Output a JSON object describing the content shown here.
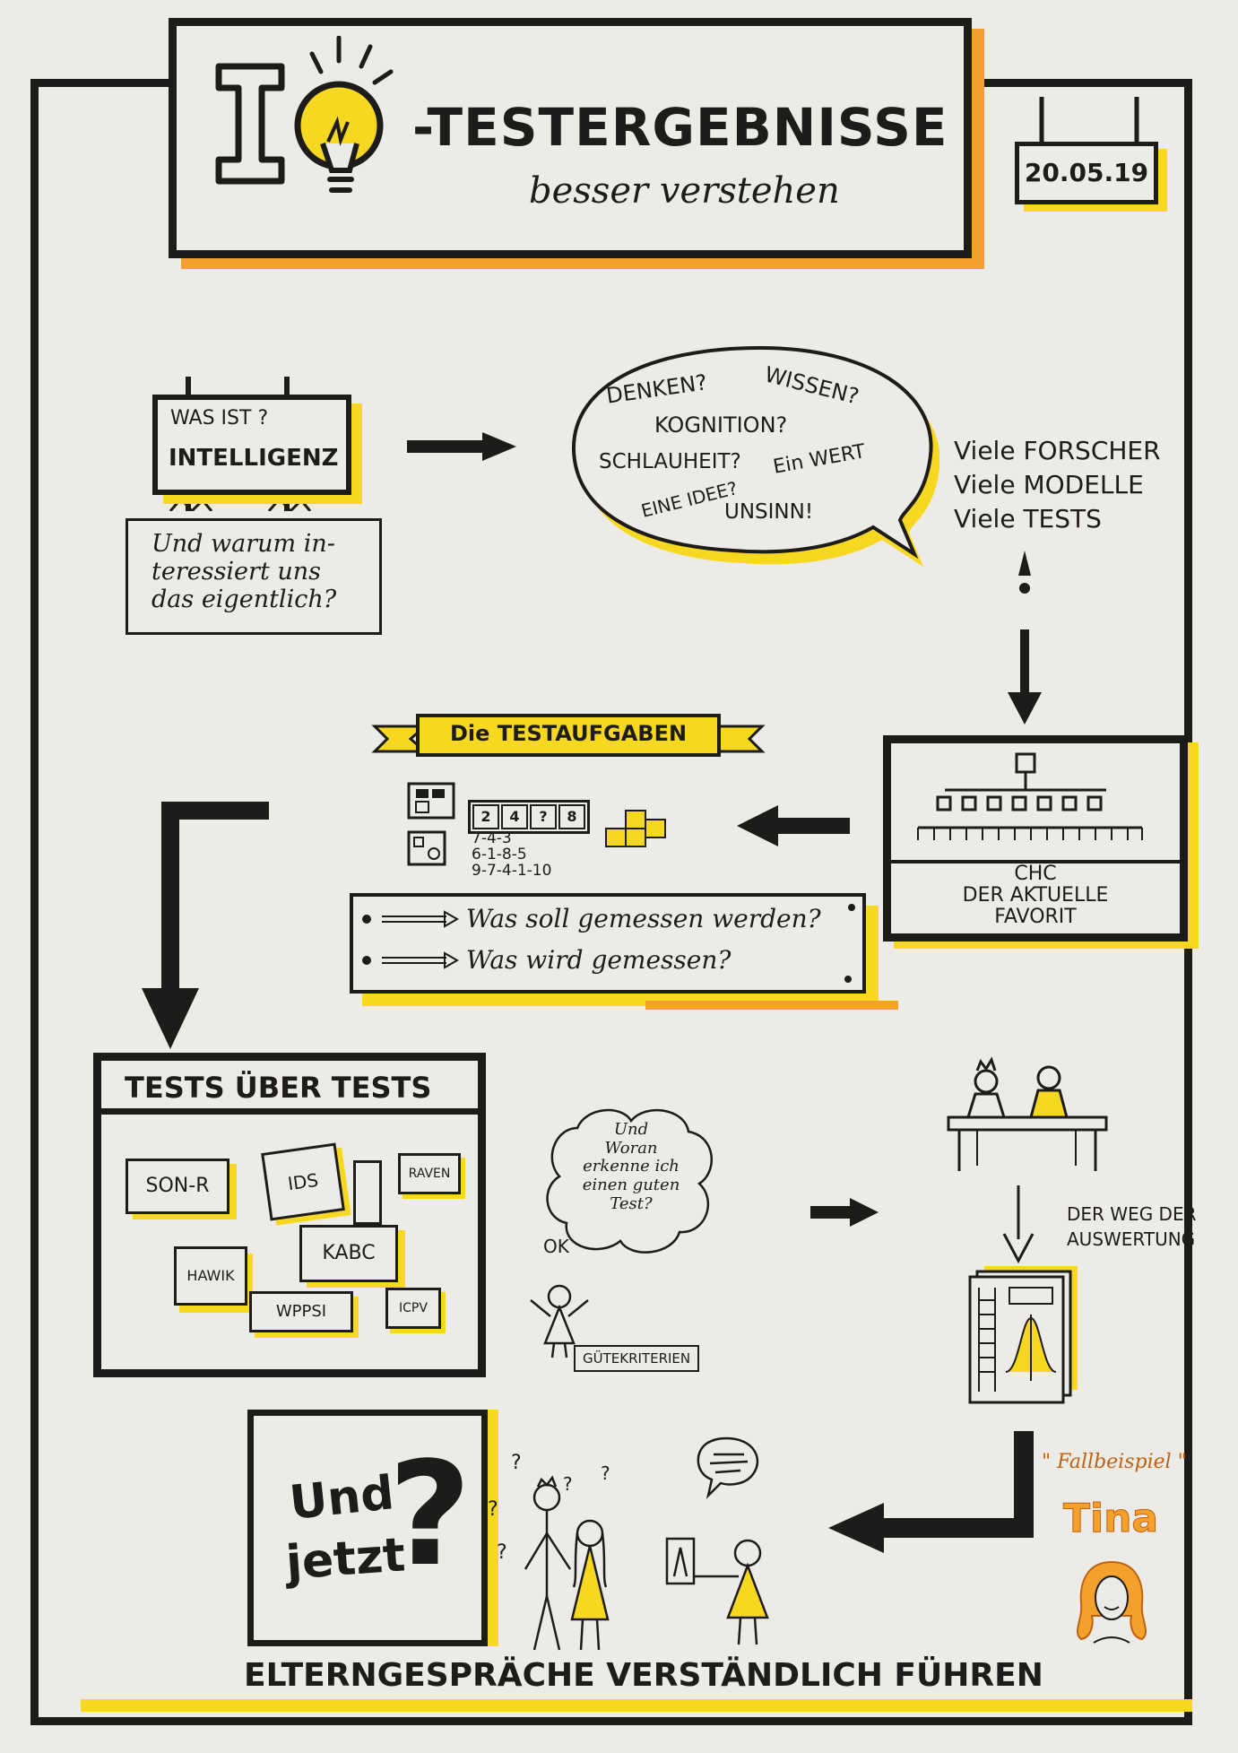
{
  "title": {
    "main": "-TESTERGEBNISSE",
    "sub": "besser verstehen",
    "iq_letter": "I",
    "date": "20.05.19"
  },
  "intelligence": {
    "sign_line1": "WAS IST ?",
    "sign_line2": "INTELLIGENZ",
    "note": [
      "Und warum in-",
      "teressiert uns",
      "das eigentlich?"
    ]
  },
  "bubble": {
    "words": [
      "DENKEN?",
      "WISSEN?",
      "KOGNITION?",
      "SCHLAUHEIT?",
      "EINE IDEE?",
      "Ein WERT",
      "UNSINN!"
    ]
  },
  "research": {
    "lines": [
      "Viele FORSCHER",
      "Viele MODELLE",
      "Viele TESTS"
    ]
  },
  "chc": {
    "line1": "CHC",
    "line2": "DER AKTUELLE",
    "line3": "FAVORIT"
  },
  "testaufgaben": {
    "banner": "Die TESTAUFGABEN",
    "cards": [
      "2",
      "4",
      "?",
      "8"
    ],
    "sequences": [
      "7-4-3",
      "6-1-8-5",
      "9-7-4-1-10"
    ],
    "questions": [
      "Was soll gemessen werden?",
      "Was wird gemessen?"
    ]
  },
  "tests_ueber_tests": {
    "header": "TESTS ÜBER TESTS",
    "boxes": [
      "SON-R",
      "IDS",
      "RAVEN",
      "KABC",
      "HAWIK",
      "WPPSI",
      "ICPV"
    ]
  },
  "criteria": {
    "thought": [
      "Und",
      "Woran",
      "erkenne ich",
      "einen guten",
      "Test?"
    ],
    "ok_mark": "OK",
    "label": "GÜTEKRITERIEN"
  },
  "evaluation": {
    "label_line1": "DER WEG DER",
    "label_line2": "AUSWERTUNG"
  },
  "fallbeispiel": {
    "label": "\" Fallbeispiel \"",
    "name": "Tina"
  },
  "und_jetzt": {
    "line1": "Und",
    "line2": "jetzt",
    "mark": "?"
  },
  "footer": {
    "text": "ELTERNGESPRÄCHE VERSTÄNDLICH FÜHREN"
  },
  "colors": {
    "ink": "#1e1c1a",
    "yellow": "#f6d820",
    "orange": "#f3a12c",
    "paper": "#ecebe8"
  }
}
